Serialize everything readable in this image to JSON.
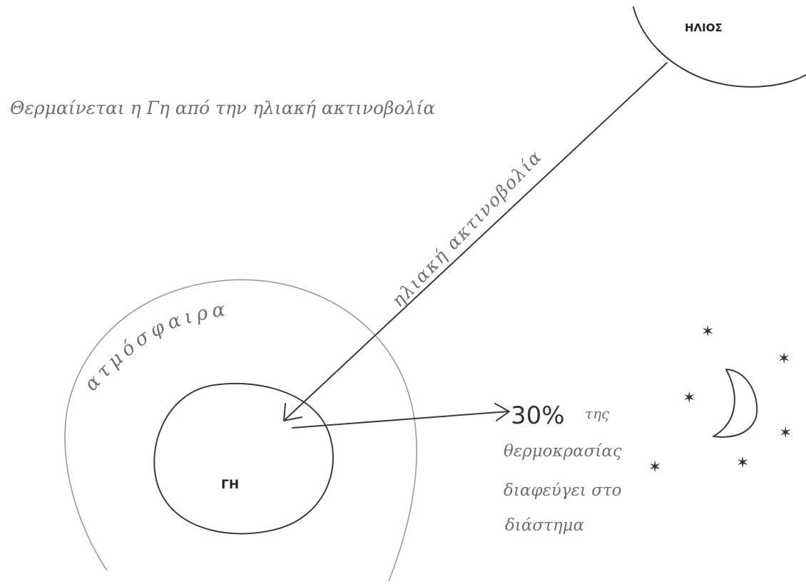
{
  "labels": {
    "sun": "ΗΛΙΟΣ",
    "earth": "ΓΗ",
    "atmosphere": "ατμόσφαιρα",
    "heading": "Θερμαίνεται η Γη από την ηλιακή ακτινοβολία",
    "ray": "ηλιακή ακτινοβολία",
    "percent": "30%",
    "escape_line1": "της",
    "escape_line2": "θερμοκρασίας",
    "escape_line3": "διαφεύγει στο",
    "escape_line4": "διάστημα"
  },
  "icons": [
    "moon-icon",
    "star-icon"
  ]
}
